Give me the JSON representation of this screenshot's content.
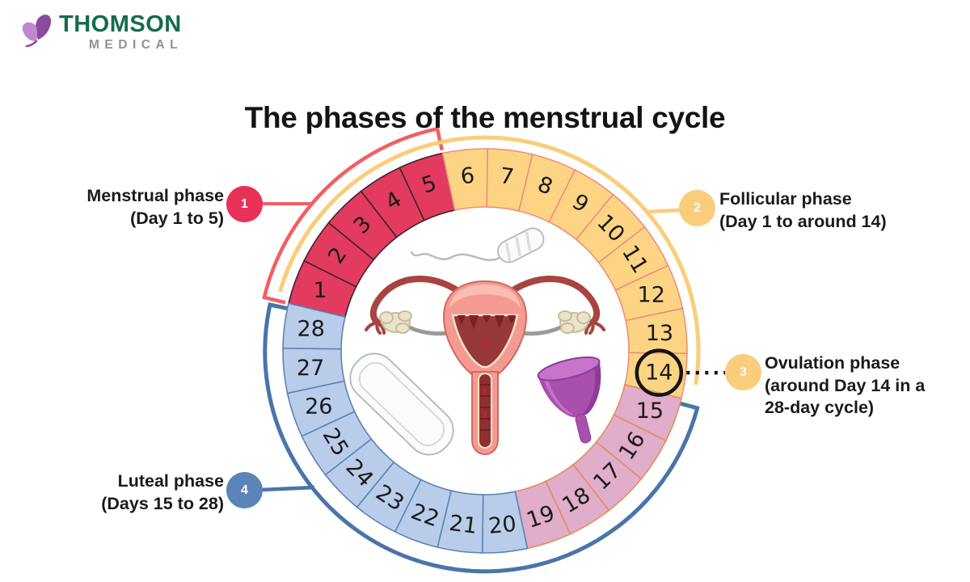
{
  "logo": {
    "brand": "THOMSON",
    "division": "MEDICAL",
    "brand_color": "#156b4b",
    "division_color": "#8f9294",
    "butterfly_dark": "#8a4a9d",
    "butterfly_light": "#c187ce"
  },
  "title": "The phases of the menstrual cycle",
  "title_color": "#141416",
  "chart_data": {
    "type": "circular-cycle-diagram",
    "description": "28-day menstrual cycle ring with numbered day segments grouped into phases",
    "total_days": 28,
    "day_segments": [
      {
        "phase": "Menstrual",
        "day_from": 1,
        "day_to": 5,
        "fill": "#e23b5f",
        "stroke": "#42232c"
      },
      {
        "phase": "Follicular",
        "day_from": 6,
        "day_to": 14,
        "fill": "#fdd484",
        "stroke": "#ef8e7d"
      },
      {
        "phase": "Luteal (early)",
        "day_from": 15,
        "day_to": 19,
        "fill": "#e0adca",
        "stroke": "#e0905e"
      },
      {
        "phase": "Luteal (late)",
        "day_from": 20,
        "day_to": 28,
        "fill": "#b9cdea",
        "stroke": "#5d83b5"
      }
    ],
    "highlight_day": 14,
    "highlight_color": "#141414",
    "outer_arcs": [
      {
        "name": "menstrual-bracket",
        "color": "#f15f62",
        "day_from": 1,
        "day_to": 5,
        "ticks": true
      },
      {
        "name": "follicular-arc",
        "color": "#fbcd79",
        "day_from": 1,
        "day_to": 14,
        "ticks": false
      },
      {
        "name": "luteal-bracket",
        "color": "#4975a8",
        "day_from": 15,
        "day_to": 28,
        "ticks": true
      }
    ]
  },
  "phase_labels": [
    {
      "num": "1",
      "badge_color": "#e73158",
      "lines": [
        "Menstrual phase",
        "(Day 1 to 5)"
      ]
    },
    {
      "num": "2",
      "badge_color": "#f9cd7c",
      "lines": [
        "Follicular phase",
        "(Day 1 to around 14)"
      ]
    },
    {
      "num": "3",
      "badge_color": "#f9cd7c",
      "lines": [
        "Ovulation phase",
        "(around Day 14 in a",
        "28-day cycle)"
      ]
    },
    {
      "num": "4",
      "badge_color": "#5b84b8",
      "lines": [
        "Luteal phase",
        "(Days 15 to 28)"
      ]
    }
  ],
  "center_icons": [
    "tampon-illustration",
    "uterus-illustration",
    "sanitary-pad-illustration",
    "menstrual-cup-illustration"
  ]
}
